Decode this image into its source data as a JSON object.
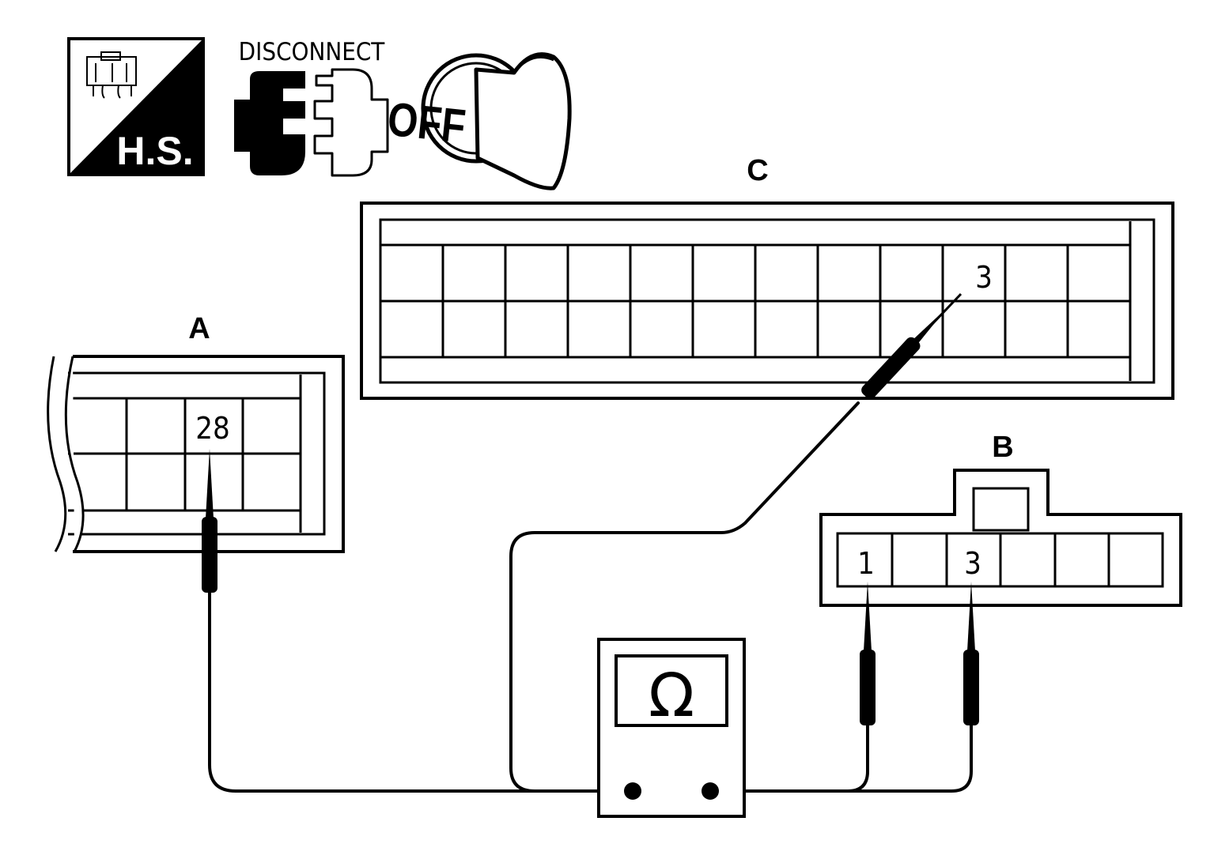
{
  "icons": {
    "harness_side_text": "H.S.",
    "disconnect_text": "DISCONNECT",
    "ignition_text": "OFF"
  },
  "connectors": {
    "a": {
      "label": "A",
      "terminal": "28"
    },
    "b": {
      "label": "B",
      "terminal_1": "1",
      "terminal_2": "3"
    },
    "c": {
      "label": "C",
      "terminal": "3"
    }
  },
  "meter": {
    "symbol": "Ω"
  },
  "colors": {
    "ink": "#000000",
    "paper": "#ffffff"
  }
}
